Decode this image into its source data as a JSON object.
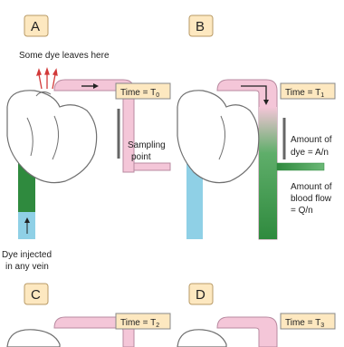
{
  "panels": [
    {
      "label": "A",
      "time": "Time = T",
      "sub": "0"
    },
    {
      "label": "B",
      "time": "Time = T",
      "sub": "1"
    },
    {
      "label": "C",
      "time": "Time = T",
      "sub": "2"
    },
    {
      "label": "D",
      "time": "Time = T",
      "sub": "3"
    }
  ],
  "annotations": {
    "dye_leaves": "Some dye leaves here",
    "sampling_1": "Sampling",
    "sampling_2": "point",
    "amount_dye_1": "Amount of",
    "amount_dye_2": "dye = A/n",
    "blood_flow_1": "Amount of",
    "blood_flow_2": "blood flow",
    "blood_flow_3": "= Q/n",
    "dye_injected_1": "Dye injected",
    "dye_injected_2": "in any vein"
  },
  "colors": {
    "vessel": "#f4c6d8",
    "vessel_outline": "#b88aa0",
    "heart": "#ffffff",
    "dye": "#2f8a3e",
    "vein_blue": "#8fd0e6",
    "label_box": "#fde8c0",
    "sampling_line": "#666666"
  }
}
